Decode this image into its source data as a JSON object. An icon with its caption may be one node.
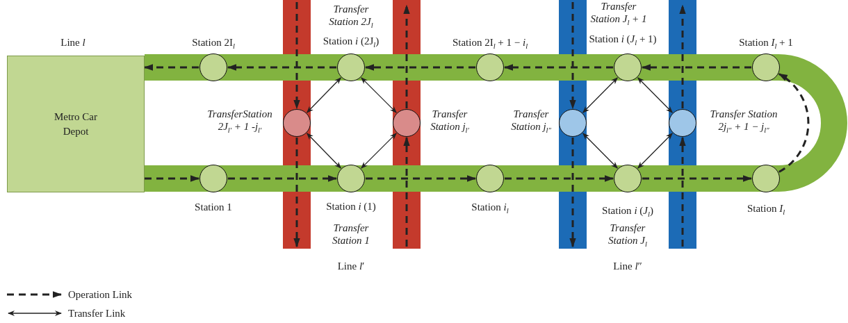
{
  "diagram": {
    "nodes": [
      {
        "text": [
          "Metro Car Depot"
        ]
      },
      {
        "text": [],
        "shape": "circle",
        "beside": [
          "Station 2I$_{l}$"
        ]
      },
      {
        "text": [],
        "shape": "circle",
        "beside": [
          "Transfer Station 2J$_{l}$",
          "Station *i* (2J$_{l}$)"
        ]
      },
      {
        "text": [],
        "shape": "circle",
        "beside": [
          "Station 2I$_{l}$ + 1 − *i*$_{l}$"
        ]
      },
      {
        "text": [],
        "shape": "circle",
        "beside": [
          "Transfer Station J$_{l}$ + 1",
          "Station *i* (*J*$_{l}$ + 1)"
        ]
      },
      {
        "text": [],
        "shape": "circle",
        "beside": [
          "Station *I*$_{l}$ + 1"
        ]
      },
      {
        "text": [],
        "shape": "circle",
        "beside": [
          "TransferStation 2J$_{l′}$ + 1 -j$_{l′}$"
        ]
      },
      {
        "text": [],
        "shape": "circle",
        "beside": [
          "Transfer Station j$_{l′}$"
        ]
      },
      {
        "text": [],
        "shape": "circle",
        "beside": [
          "Transfer Station j$_{l″}$"
        ]
      },
      {
        "text": [],
        "shape": "circle",
        "beside": [
          "Transfer Station 2j$_{l″}$ + 1 − j$_{l″}$"
        ]
      },
      {
        "text": [],
        "shape": "circle",
        "beside": [
          "Station 1"
        ]
      },
      {
        "text": [],
        "shape": "circle",
        "beside": [
          "Station *i* (1)",
          "Transfer Station 1"
        ]
      },
      {
        "text": [],
        "shape": "circle",
        "beside": [
          "Station *i*$_{l}$"
        ]
      },
      {
        "text": [],
        "shape": "circle",
        "beside": [
          "Station *i* (*J*$_{l}$)",
          "Transfer Station J$_{l}$"
        ]
      },
      {
        "text": [],
        "shape": "circle",
        "beside": [
          "Station *I*$_{l}$"
        ]
      }
    ],
    "edges": [
      {
        "from": 5,
        "to": 4,
        "arrow": "to",
        "style": "dashed"
      },
      {
        "from": 4,
        "to": 3,
        "arrow": "to",
        "style": "dashed"
      },
      {
        "from": 3,
        "to": 2,
        "arrow": "to",
        "style": "dashed"
      },
      {
        "from": 2,
        "to": 1,
        "arrow": "to",
        "style": "dashed"
      },
      {
        "from": 1,
        "to": 0,
        "arrow": "to",
        "style": "dashed"
      },
      {
        "from": 0,
        "to": 10,
        "arrow": "to",
        "style": "dashed"
      },
      {
        "from": 10,
        "to": 11,
        "arrow": "to",
        "style": "dashed"
      },
      {
        "from": 11,
        "to": 12,
        "arrow": "to",
        "style": "dashed"
      },
      {
        "from": 12,
        "to": 13,
        "arrow": "to",
        "style": "dashed"
      },
      {
        "from": 13,
        "to": 14,
        "arrow": "to",
        "style": "dashed"
      },
      {
        "from": 14,
        "to": 5,
        "arrow": "to",
        "style": "dashed"
      },
      {
        "from": null,
        "to": 6,
        "arrow": "to",
        "style": "dashed"
      },
      {
        "from": 6,
        "to": null,
        "arrow": "to",
        "style": "dashed"
      },
      {
        "from": null,
        "to": 7,
        "arrow": "to",
        "style": "dashed"
      },
      {
        "from": 7,
        "to": null,
        "arrow": "to",
        "style": "dashed"
      },
      {
        "from": null,
        "to": 8,
        "arrow": "to",
        "style": "dashed"
      },
      {
        "from": 8,
        "to": null,
        "arrow": "to",
        "style": "dashed"
      },
      {
        "from": null,
        "to": 9,
        "arrow": "to",
        "style": "dashed"
      },
      {
        "from": 9,
        "to": null,
        "arrow": "to",
        "style": "dashed"
      },
      {
        "from": 2,
        "to": 6,
        "arrow": "both"
      },
      {
        "from": 2,
        "to": 7,
        "arrow": "both"
      },
      {
        "from": 6,
        "to": 11,
        "arrow": "both"
      },
      {
        "from": 7,
        "to": 11,
        "arrow": "both"
      },
      {
        "from": 4,
        "to": 8,
        "arrow": "both"
      },
      {
        "from": 4,
        "to": 9,
        "arrow": "both"
      },
      {
        "from": 8,
        "to": 13,
        "arrow": "both"
      },
      {
        "from": 9,
        "to": 13,
        "arrow": "both"
      }
    ],
    "labels": [
      "Line *l*",
      "Line *l*′",
      "Line *l*″"
    ],
    "legend": [
      {
        "text": "Operation Link"
      },
      {
        "text": "Transfer Link"
      }
    ]
  }
}
